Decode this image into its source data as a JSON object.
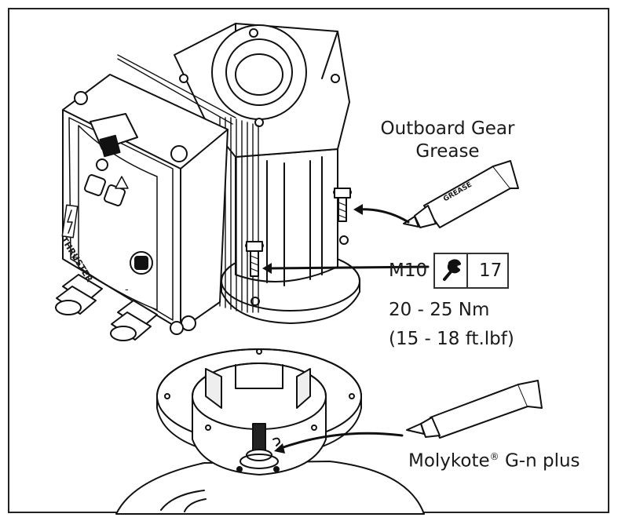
{
  "labels": {
    "outboard_gear_grease_line1": "Outboard Gear",
    "outboard_gear_grease_line2": "Grease",
    "bolt_size": "M10",
    "wrench_size": "17",
    "torque_nm": "20 - 25 Nm",
    "torque_ftlbf": "(15 - 18 ft.lbf)",
    "molykote_name": "Molykote",
    "molykote_mark": "®",
    "molykote_suffix": "G-n plus",
    "tube_text": "GREASE"
  },
  "unit_labels": {
    "brand": "THRUSTER",
    "plus": "+",
    "minus": "-"
  },
  "icons": [
    "wrench-icon",
    "warning-icon",
    "lightning-icon"
  ]
}
